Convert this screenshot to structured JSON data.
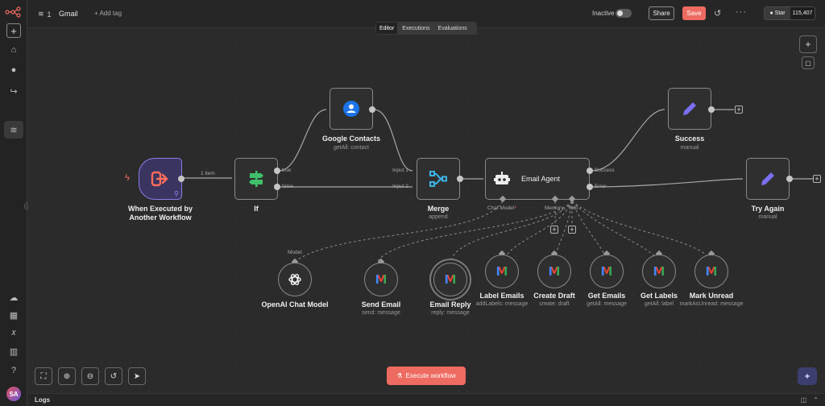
{
  "topbar": {
    "project_count": "1",
    "workflow_name": "Gmail",
    "add_tag": "+ Add tag",
    "inactive_label": "Inactive",
    "share_label": "Share",
    "save_label": "Save",
    "github_star": "Star",
    "github_count": "115,407"
  },
  "tabs": [
    {
      "label": "Editor",
      "active": true
    },
    {
      "label": "Executions",
      "active": false
    },
    {
      "label": "Evaluations",
      "active": false
    }
  ],
  "nodes": {
    "trigger": {
      "label_line1": "When Executed by",
      "label_line2": "Another Workflow"
    },
    "if": {
      "label": "If",
      "out_true": "true",
      "out_false": "false"
    },
    "edge_trigger_if": "1 item",
    "contacts": {
      "label": "Google Contacts",
      "sub": "getAll: contact"
    },
    "merge": {
      "label": "Merge",
      "sub": "append",
      "in1": "Input 1",
      "in2": "Input 2"
    },
    "agent": {
      "label": "Email Agent",
      "out_success": "Success",
      "out_error": "Error",
      "chat_model": "Chat Model",
      "required_mark": "*",
      "memory": "Memory",
      "tool": "Tool"
    },
    "success": {
      "label": "Success",
      "sub": "manual"
    },
    "try_again": {
      "label": "Try Again",
      "sub": "manual"
    },
    "openai": {
      "label": "OpenAI Chat Model",
      "port": "Model"
    },
    "send_email": {
      "label": "Send Email",
      "sub": "send: message"
    },
    "email_reply": {
      "label": "Email Reply",
      "sub": "reply: message"
    },
    "label_emails": {
      "label": "Label Emails",
      "sub": "addLabels: message"
    },
    "create_draft": {
      "label": "Create Draft",
      "sub": "create: draft"
    },
    "get_emails": {
      "label": "Get Emails",
      "sub": "getAll: message"
    },
    "get_labels": {
      "label": "Get Labels",
      "sub": "getAll: label"
    },
    "mark_unread": {
      "label": "Mark Unread",
      "sub": "markAsUnread: message"
    }
  },
  "bottom": {
    "execute_label": "Execute workflow",
    "logs_label": "Logs"
  },
  "user": {
    "initials": "SA"
  },
  "colors": {
    "accent": "#ee6b61",
    "trigger_border": "#8c7ee8",
    "switch_green": "#3fbf6a",
    "contacts_blue": "#1a73e8",
    "pencil_purple": "#7b6ff0",
    "merge_cyan": "#3db3e6"
  }
}
